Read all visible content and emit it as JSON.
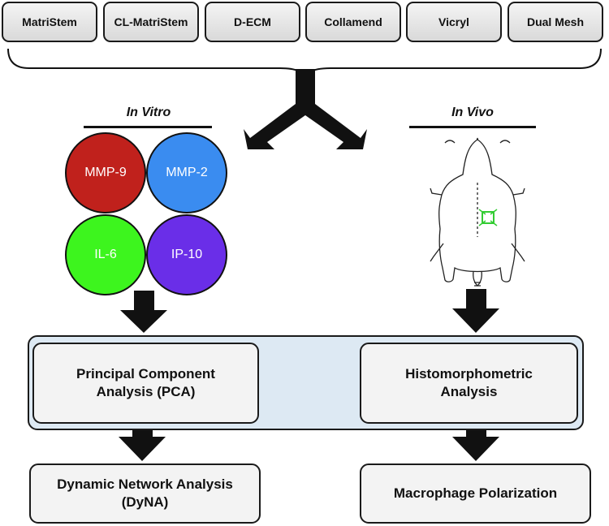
{
  "materials": [
    "MatriStem",
    "CL-MatriStem",
    "D-ECM",
    "Collamend",
    "Vicryl",
    "Dual Mesh"
  ],
  "in_vitro": {
    "heading": "In Vitro",
    "markers": [
      {
        "label": "MMP-9",
        "color": "#c0211c"
      },
      {
        "label": "MMP-2",
        "color": "#3a8cf0"
      },
      {
        "label": "IL-6",
        "color": "#3df51e"
      },
      {
        "label": "IP-10",
        "color": "#6a2ee8"
      }
    ]
  },
  "in_vivo": {
    "heading": "In Vivo"
  },
  "analysis": {
    "pca": [
      "Principal Component",
      "Analysis (PCA)"
    ],
    "histo": [
      "Histomorphometric",
      "Analysis"
    ]
  },
  "outcomes": {
    "dyna": [
      "Dynamic Network Analysis",
      "(DyNA)"
    ],
    "macrophage": "Macrophage Polarization"
  }
}
